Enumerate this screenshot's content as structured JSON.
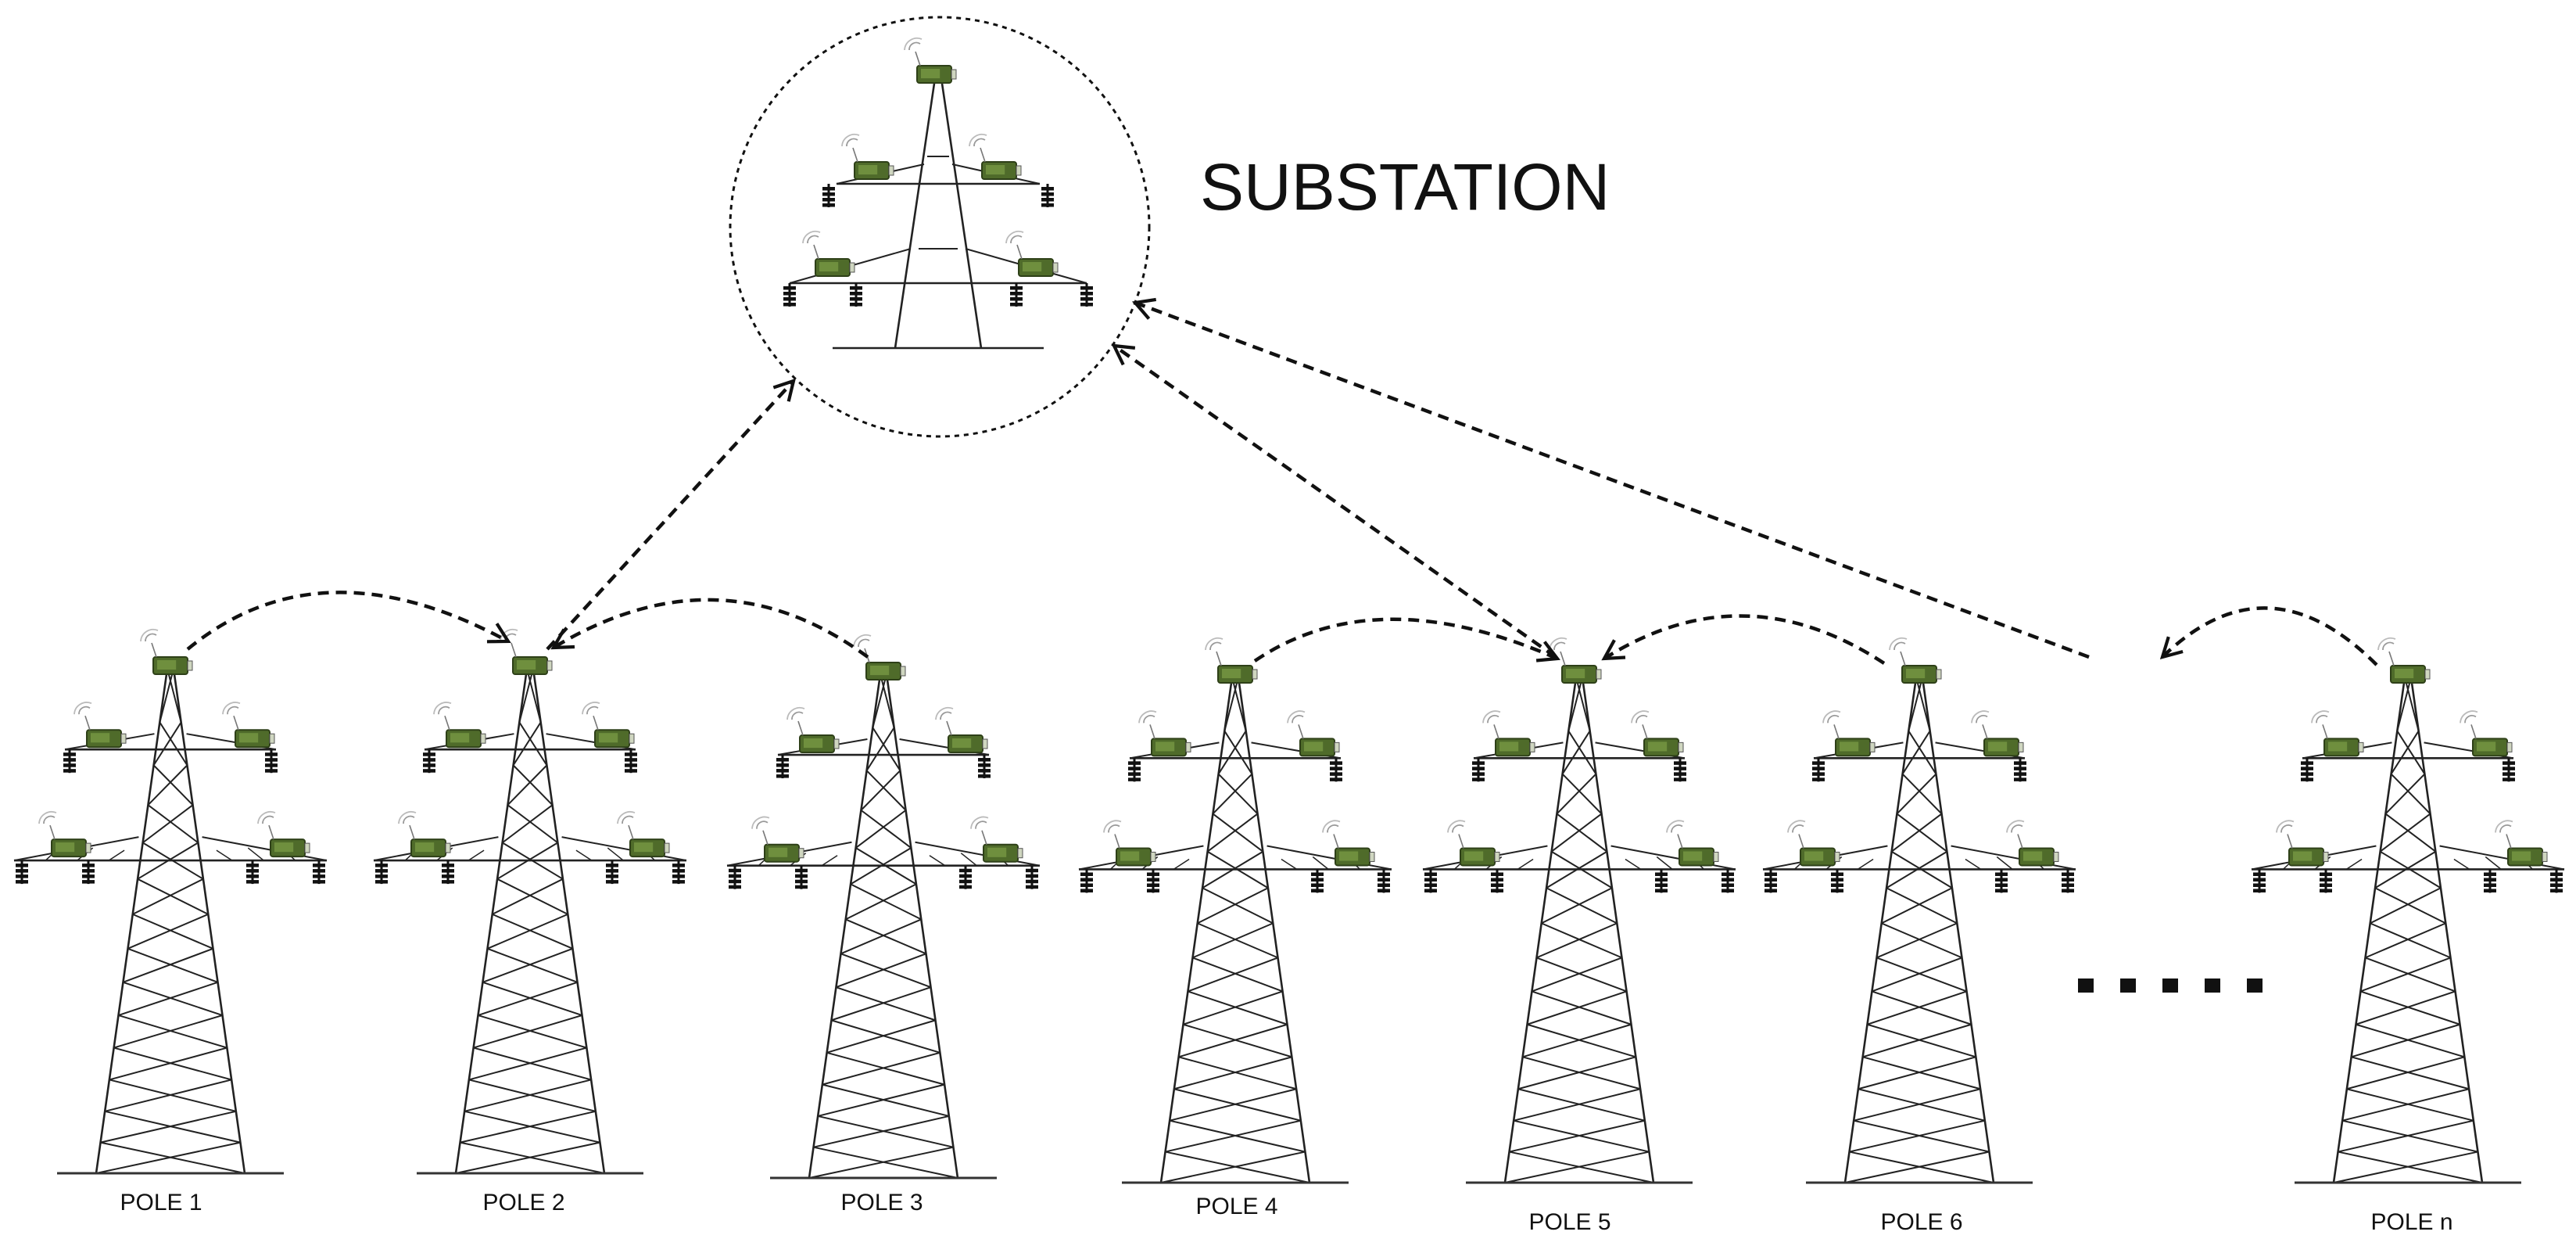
{
  "substation": {
    "label": "SUBSTATION"
  },
  "poles": [
    {
      "id": "pole-1",
      "label": "POLE 1"
    },
    {
      "id": "pole-2",
      "label": "POLE 2"
    },
    {
      "id": "pole-3",
      "label": "POLE 3"
    },
    {
      "id": "pole-4",
      "label": "POLE 4"
    },
    {
      "id": "pole-5",
      "label": "POLE 5"
    },
    {
      "id": "pole-6",
      "label": "POLE 6"
    },
    {
      "id": "pole-n",
      "label": "POLE n"
    }
  ],
  "links": [
    {
      "from": "pole-1",
      "to": "pole-2"
    },
    {
      "from": "pole-3",
      "to": "pole-2"
    },
    {
      "from": "pole-4",
      "to": "pole-5"
    },
    {
      "from": "pole-6",
      "to": "pole-5"
    },
    {
      "from": "pole-n",
      "to": "ellipsis"
    },
    {
      "from": "pole-2",
      "to": "substation"
    },
    {
      "from": "pole-5",
      "to": "substation"
    },
    {
      "from": "ellipsis",
      "to": "substation"
    }
  ],
  "colors": {
    "sensor": "#4f6b2a",
    "sensor_dark": "#2e4018",
    "line": "#111111"
  }
}
